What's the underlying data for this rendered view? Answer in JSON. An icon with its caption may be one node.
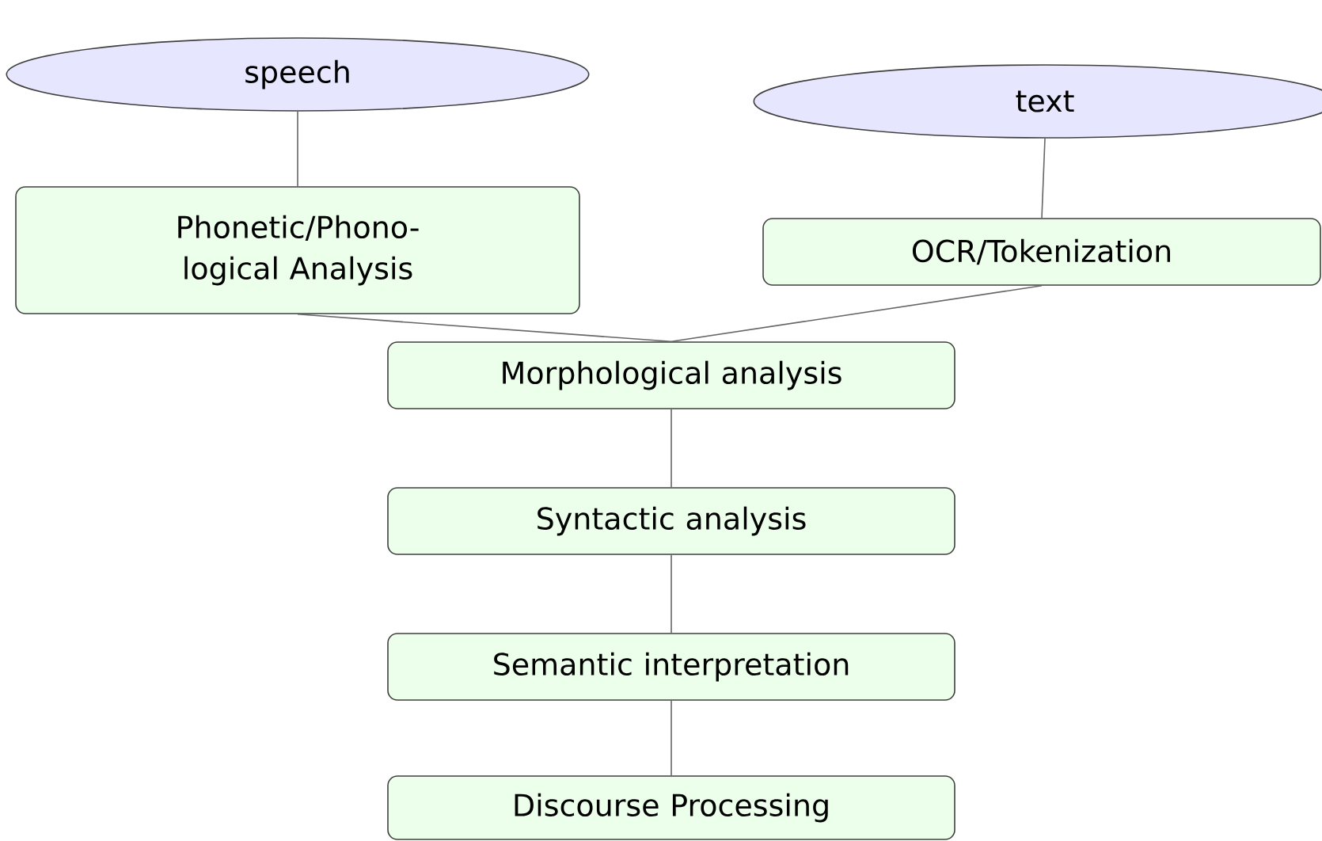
{
  "diagram": {
    "nodes": [
      {
        "text": [
          "speech"
        ]
      },
      {
        "text": [
          "Phonetic/Phono- logical Analysis"
        ]
      },
      {
        "text": [
          "text"
        ]
      },
      {
        "text": [
          "OCR/Tokenization"
        ]
      },
      {
        "text": [
          "Morphological analysis"
        ]
      },
      {
        "text": [
          "Syntactic analysis"
        ]
      },
      {
        "text": [
          "Semantic interpretation"
        ]
      },
      {
        "text": [
          "Discourse Processing"
        ]
      }
    ],
    "edges": [
      {
        "from": 0,
        "to": 1,
        "arrow": "none"
      },
      {
        "from": 2,
        "to": 3,
        "arrow": "none"
      },
      {
        "from": 1,
        "to": 4,
        "arrow": "none"
      },
      {
        "from": 3,
        "to": 4,
        "arrow": "none"
      },
      {
        "from": 4,
        "to": 5,
        "arrow": "none"
      },
      {
        "from": 5,
        "to": 6,
        "arrow": "none"
      },
      {
        "from": 6,
        "to": 7,
        "arrow": "none"
      }
    ]
  }
}
